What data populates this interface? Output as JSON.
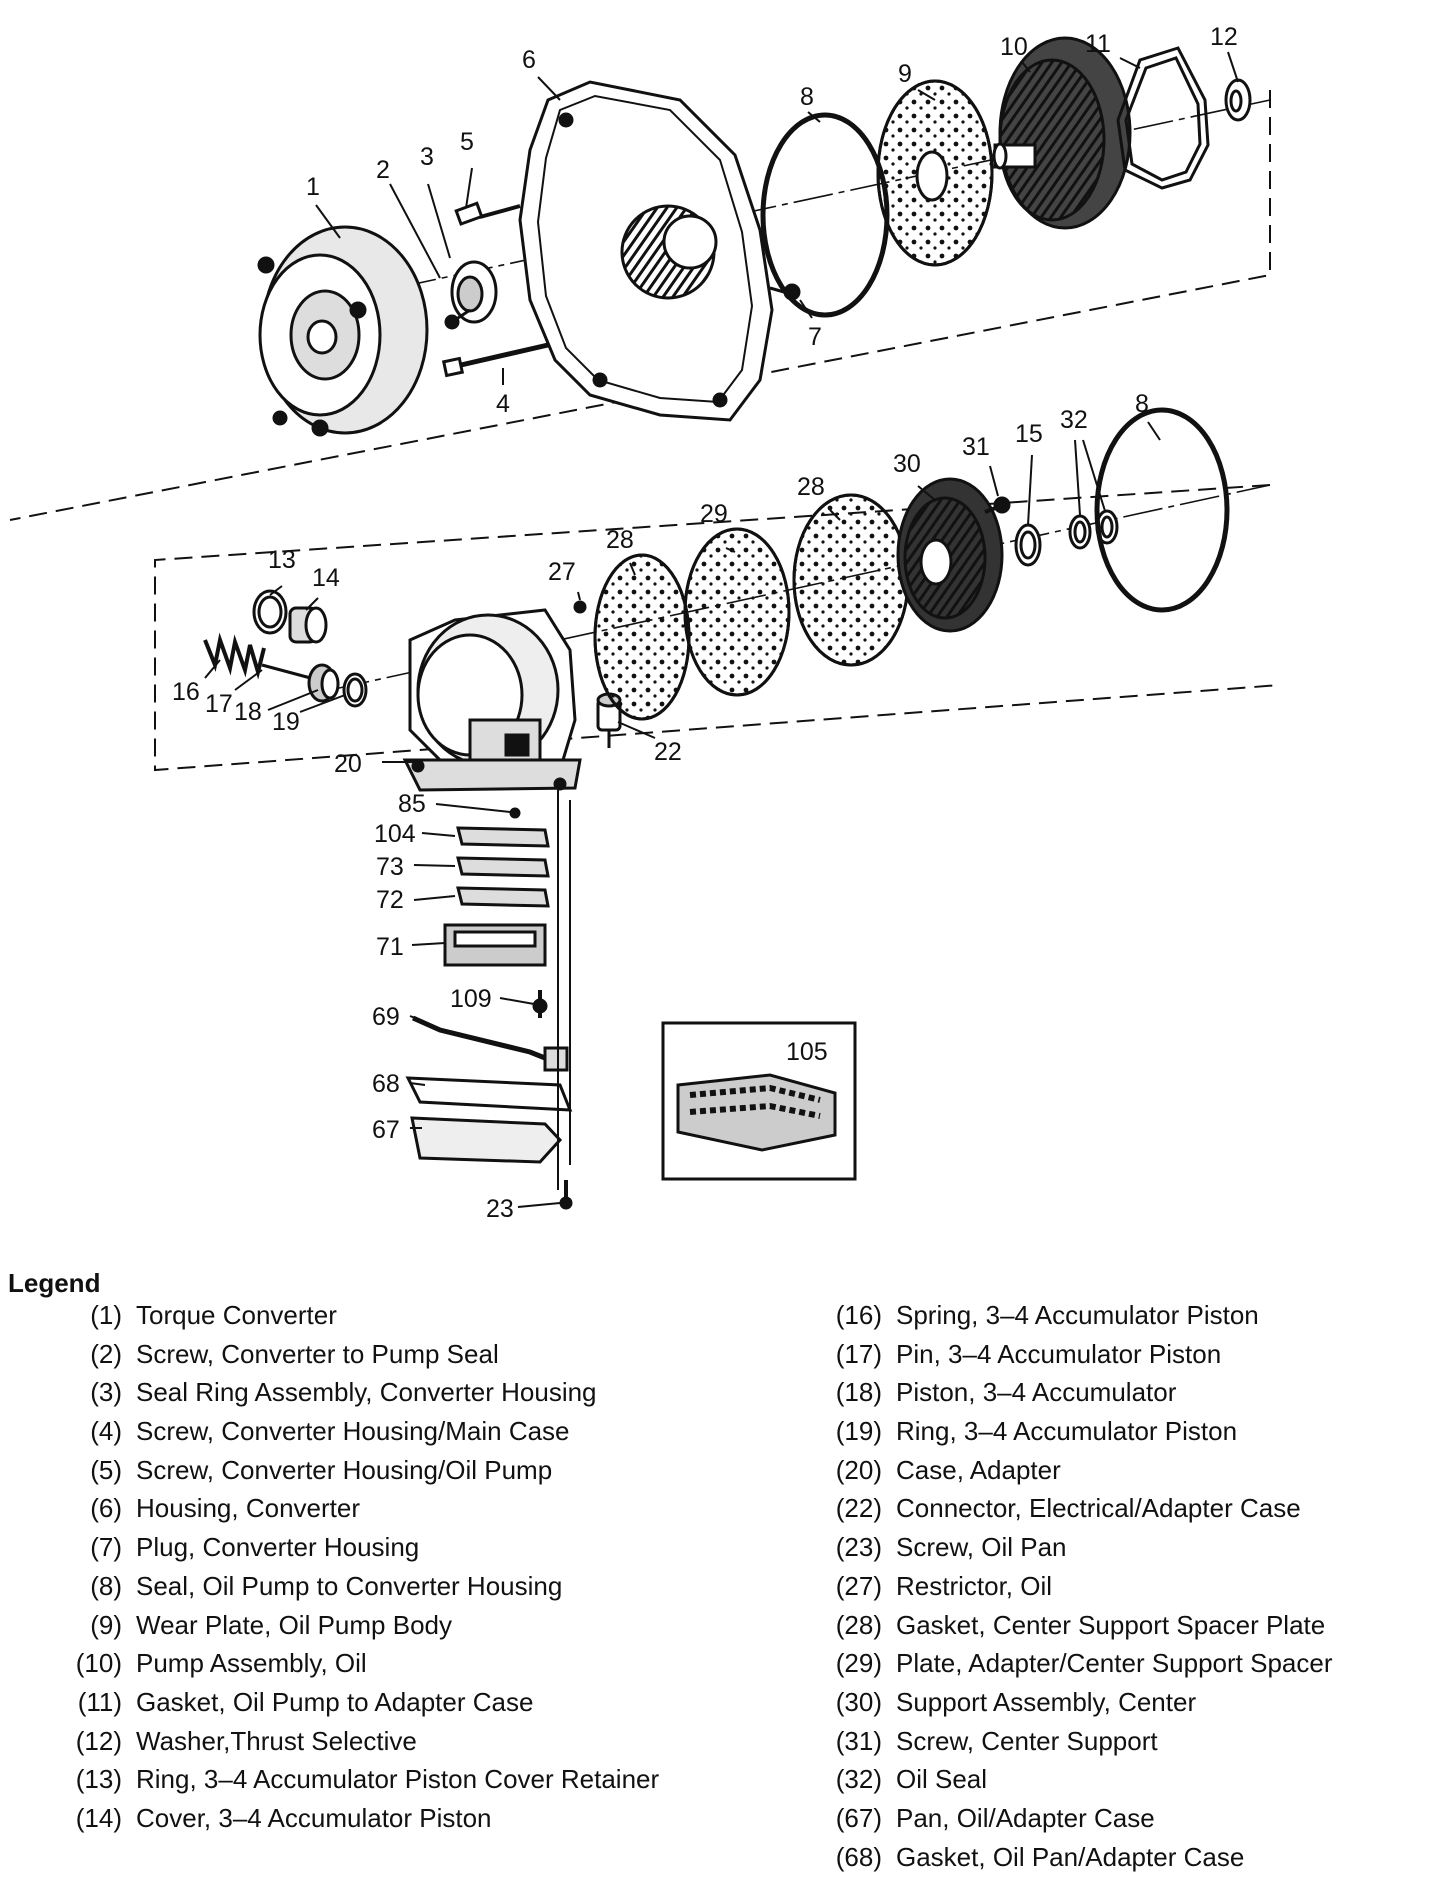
{
  "legend": {
    "title": "Legend",
    "left": [
      {
        "num": "(1)",
        "text": "Torque Converter"
      },
      {
        "num": "(2)",
        "text": "Screw, Converter to Pump Seal"
      },
      {
        "num": "(3)",
        "text": "Seal Ring Assembly, Converter Housing"
      },
      {
        "num": "(4)",
        "text": "Screw, Converter Housing/Main Case"
      },
      {
        "num": "(5)",
        "text": "Screw, Converter Housing/Oil Pump"
      },
      {
        "num": "(6)",
        "text": "Housing, Converter"
      },
      {
        "num": "(7)",
        "text": "Plug, Converter Housing"
      },
      {
        "num": "(8)",
        "text": "Seal, Oil Pump to Converter Housing"
      },
      {
        "num": "(9)",
        "text": "Wear Plate, Oil Pump Body"
      },
      {
        "num": "(10)",
        "text": "Pump Assembly, Oil"
      },
      {
        "num": "(11)",
        "text": "Gasket, Oil Pump to Adapter Case"
      },
      {
        "num": "(12)",
        "text": "Washer,Thrust Selective"
      },
      {
        "num": "(13)",
        "text": "Ring, 3–4 Accumulator Piston Cover Retainer"
      },
      {
        "num": "(14)",
        "text": "Cover, 3–4 Accumulator Piston"
      }
    ],
    "right": [
      {
        "num": "(16)",
        "text": "Spring, 3–4 Accumulator Piston"
      },
      {
        "num": "(17)",
        "text": "Pin, 3–4 Accumulator Piston"
      },
      {
        "num": "(18)",
        "text": "Piston, 3–4 Accumulator"
      },
      {
        "num": "(19)",
        "text": "Ring, 3–4 Accumulator Piston"
      },
      {
        "num": "(20)",
        "text": "Case, Adapter"
      },
      {
        "num": "(22)",
        "text": "Connector, Electrical/Adapter Case"
      },
      {
        "num": "(23)",
        "text": "Screw, Oil Pan"
      },
      {
        "num": "(27)",
        "text": "Restrictor, Oil"
      },
      {
        "num": "(28)",
        "text": "Gasket, Center Support Spacer Plate"
      },
      {
        "num": "(29)",
        "text": "Plate, Adapter/Center Support Spacer"
      },
      {
        "num": "(30)",
        "text": "Support Assembly, Center"
      },
      {
        "num": "(31)",
        "text": "Screw, Center Support"
      },
      {
        "num": "(32)",
        "text": "Oil Seal"
      },
      {
        "num": "(67)",
        "text": "Pan, Oil/Adapter Case"
      },
      {
        "num": "(68)",
        "text": "Gasket, Oil Pan/Adapter Case"
      }
    ]
  },
  "callouts": {
    "c1": "1",
    "c2": "2",
    "c3": "3",
    "c4": "4",
    "c5": "5",
    "c6": "6",
    "c7": "7",
    "c8a": "8",
    "c8b": "8",
    "c9": "9",
    "c10": "10",
    "c11": "11",
    "c12": "12",
    "c13": "13",
    "c14": "14",
    "c15": "15",
    "c16": "16",
    "c17": "17",
    "c18": "18",
    "c19": "19",
    "c20": "20",
    "c22": "22",
    "c23": "23",
    "c27": "27",
    "c28a": "28",
    "c28b": "28",
    "c29": "29",
    "c30": "30",
    "c31": "31",
    "c32": "32",
    "c67": "67",
    "c68": "68",
    "c69": "69",
    "c71": "71",
    "c72": "72",
    "c73": "73",
    "c85": "85",
    "c104": "104",
    "c105": "105",
    "c109": "109"
  }
}
